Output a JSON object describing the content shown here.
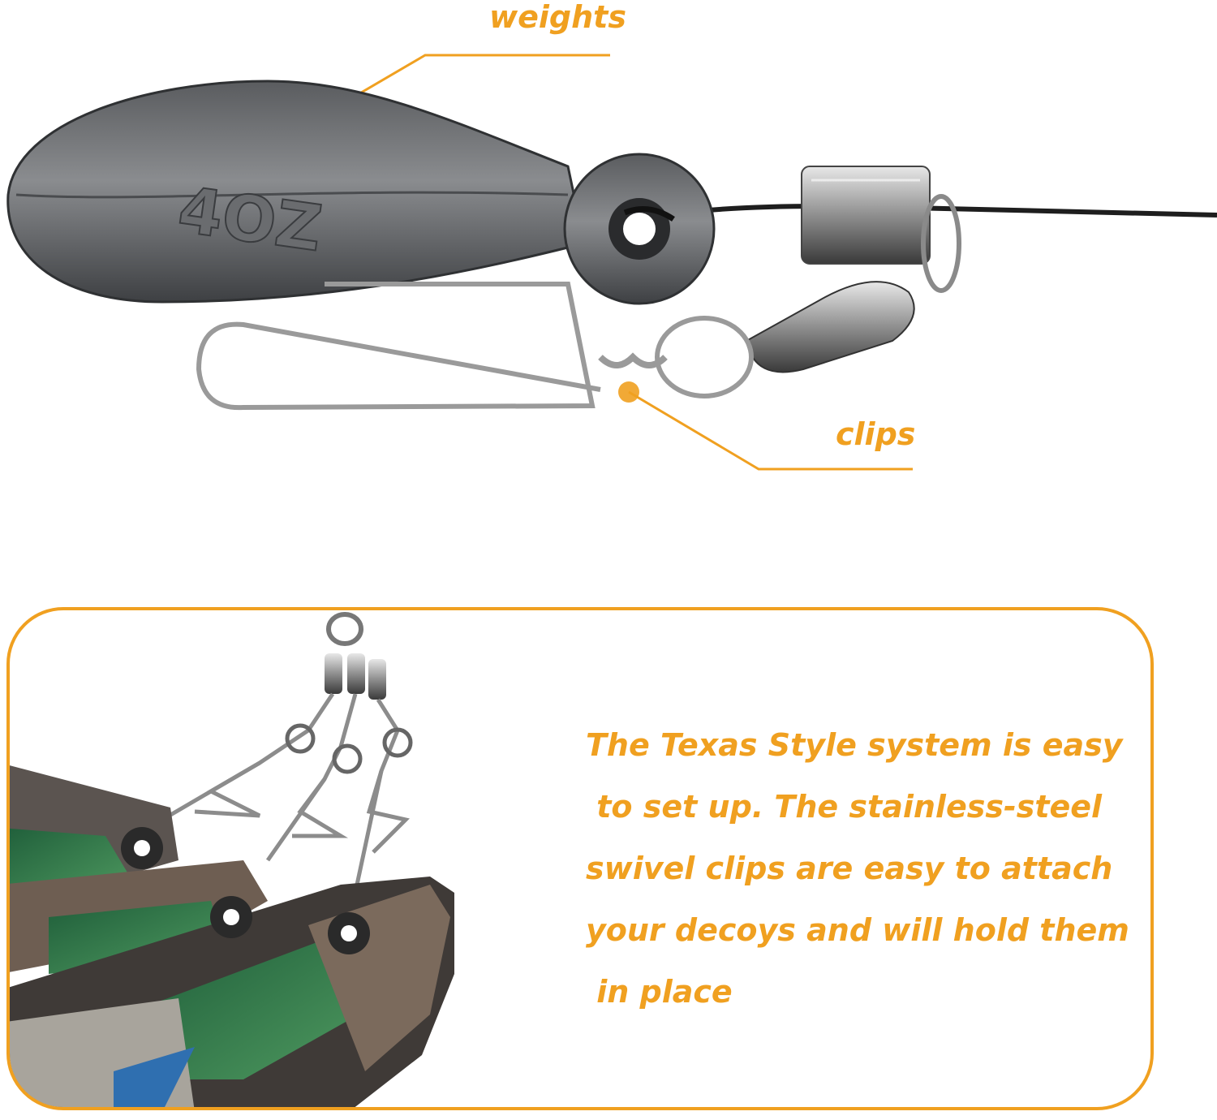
{
  "callouts": {
    "weights": "weights",
    "clips": "clips"
  },
  "product_marking": "4OZ",
  "description_lines": [
    "The Texas Style system is easy",
    " to set up. The stainless-steel",
    "swivel clips are easy to attach",
    "your decoys and will hold them",
    " in place"
  ],
  "colors": {
    "accent": "#f0a020",
    "background": "#ffffff"
  }
}
